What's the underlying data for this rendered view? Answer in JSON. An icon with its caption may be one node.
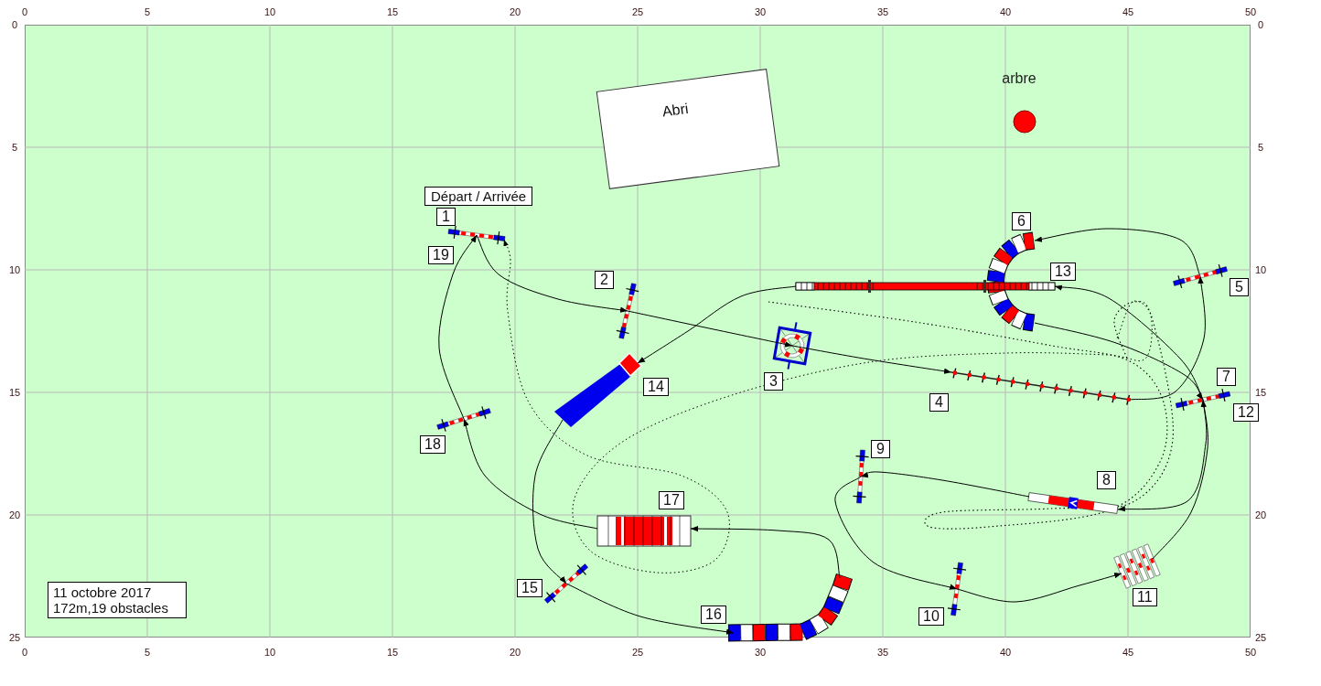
{
  "diagram": {
    "nodes": [
      {
        "text": [
          "Départ / Arrivée"
        ]
      },
      {
        "text": [
          "Abri"
        ]
      },
      {
        "text": [
          "arbre"
        ]
      },
      {
        "text": [],
        "shape": "bar",
        "beside": [
          "1",
          "19"
        ]
      },
      {
        "text": [],
        "shape": "bar",
        "beside": [
          "2"
        ]
      },
      {
        "text": [],
        "shape": "ring",
        "beside": [
          "3"
        ]
      },
      {
        "text": [],
        "shape": "poles",
        "beside": [
          "4"
        ]
      },
      {
        "text": [],
        "shape": "bar",
        "beside": [
          "5"
        ]
      },
      {
        "text": [],
        "shape": "tunnel",
        "beside": [
          "6"
        ]
      },
      {
        "text": [],
        "shape": "bar",
        "beside": [
          "7",
          "12"
        ]
      },
      {
        "text": [],
        "shape": "plank",
        "beside": [
          "8"
        ]
      },
      {
        "text": [],
        "shape": "bar",
        "beside": [
          "9"
        ]
      },
      {
        "text": [],
        "shape": "bar",
        "beside": [
          "10"
        ]
      },
      {
        "text": [],
        "shape": "planks",
        "beside": [
          "11"
        ]
      },
      {
        "text": [],
        "shape": "walkway",
        "beside": [
          "13"
        ]
      },
      {
        "text": [],
        "shape": "cone",
        "beside": [
          "14"
        ]
      },
      {
        "text": [],
        "shape": "bar",
        "beside": [
          "15"
        ]
      },
      {
        "text": [],
        "shape": "tunnel",
        "beside": [
          "16"
        ]
      },
      {
        "text": [],
        "shape": "ramp",
        "beside": [
          "17"
        ]
      },
      {
        "text": [],
        "shape": "bar",
        "beside": [
          "18"
        ]
      },
      {
        "text": [
          "11 octobre 2017",
          "172m,19 obstacles"
        ]
      }
    ],
    "edges": [
      {
        "from": 3,
        "to": 4,
        "arrow": "to"
      },
      {
        "from": 4,
        "to": 5,
        "arrow": "to"
      },
      {
        "from": 5,
        "to": 6,
        "arrow": "to"
      },
      {
        "from": 6,
        "to": 7,
        "arrow": "to"
      },
      {
        "from": 7,
        "to": 8,
        "arrow": "to"
      },
      {
        "from": 8,
        "to": 9,
        "arrow": "to"
      },
      {
        "from": 9,
        "to": 10,
        "arrow": "to"
      },
      {
        "from": 10,
        "to": 11,
        "arrow": "to"
      },
      {
        "from": 11,
        "to": 12,
        "arrow": "to"
      },
      {
        "from": 12,
        "to": 13,
        "arrow": "to"
      },
      {
        "from": 13,
        "to": 9,
        "arrow": "to"
      },
      {
        "from": 9,
        "to": 14,
        "arrow": "to"
      },
      {
        "from": 14,
        "to": 15,
        "arrow": "to"
      },
      {
        "from": 15,
        "to": 16,
        "arrow": "to"
      },
      {
        "from": 16,
        "to": 17,
        "arrow": "to"
      },
      {
        "from": 17,
        "to": 18,
        "arrow": "to"
      },
      {
        "from": 18,
        "to": 19,
        "arrow": "to"
      },
      {
        "from": 19,
        "to": 3,
        "arrow": "to"
      },
      {
        "from": null,
        "to": 3,
        "arrow": "to",
        "style": "dashed"
      }
    ],
    "labels": [
      "0",
      "5",
      "10",
      "15",
      "20",
      "25",
      "30",
      "35",
      "40",
      "45",
      "50",
      "0",
      "5",
      "10",
      "15",
      "20",
      "25",
      "0",
      "5",
      "10",
      "15",
      "20",
      "25",
      "0",
      "5",
      "10",
      "15",
      "20",
      "25",
      "30",
      "35",
      "40",
      "45",
      "50"
    ]
  }
}
